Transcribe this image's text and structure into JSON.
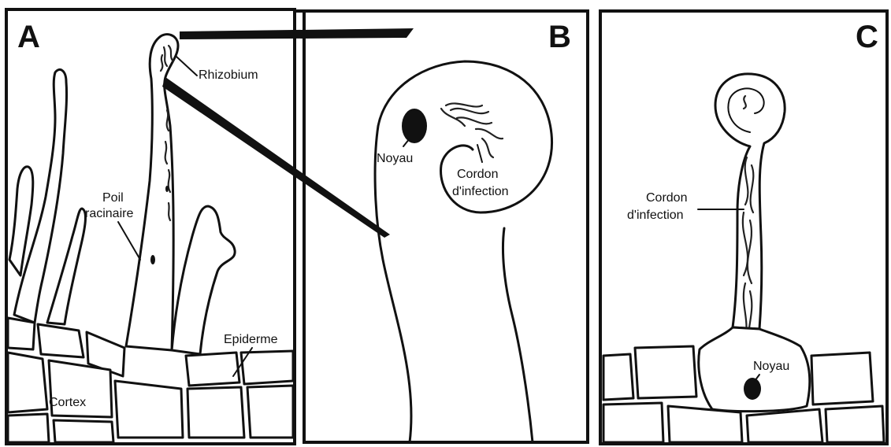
{
  "panels": {
    "a": {
      "letter": "A",
      "labels": {
        "rhizobium": "Rhizobium",
        "poil_line1": "Poil",
        "poil_line2": "racinaire",
        "epiderme": "Epiderme",
        "cortex": "Cortex"
      }
    },
    "b": {
      "letter": "B",
      "labels": {
        "noyau": "Noyau",
        "cordon_line1": "Cordon",
        "cordon_line2": "d'infection"
      }
    },
    "c": {
      "letter": "C",
      "labels": {
        "cordon_line1": "Cordon",
        "cordon_line2": "d'infection",
        "noyau": "Noyau"
      }
    }
  },
  "colors": {
    "ink": "#111111",
    "paper": "#ffffff"
  }
}
